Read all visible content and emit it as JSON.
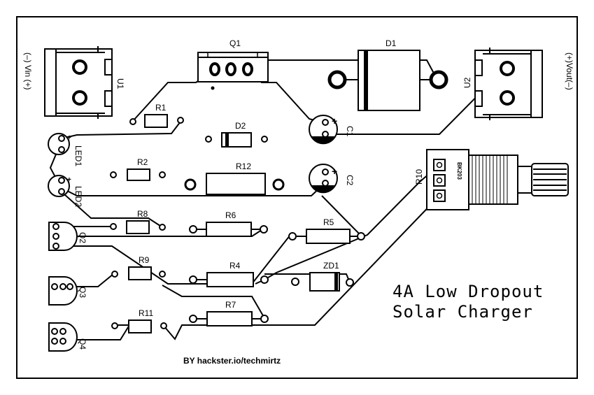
{
  "board": {
    "title_line1": "4A Low Dropout",
    "title_line2": "Solar Charger",
    "credit": "BY hackster.io/techmirtz"
  },
  "components": {
    "Q1": "Q1",
    "D1": "D1",
    "U1": "U1",
    "U2": "U2",
    "R1": "R1",
    "D2": "D2",
    "C1": "C1",
    "C2": "C2",
    "LED1": "LED1",
    "LED2": "LED2",
    "R2": "R2",
    "R12": "R12",
    "R10": "R10",
    "R8": "R8",
    "R6": "R6",
    "R5": "R5",
    "Q2": "Q2",
    "R9": "R9",
    "R4": "R4",
    "ZD1": "ZD1",
    "Q3": "Q3",
    "R11": "R11",
    "R7": "R7",
    "Q4": "Q4"
  },
  "connectors": {
    "vin": "(–) Vin (+)",
    "vout": "(+)Vout(–)"
  },
  "pot_marking": "BK203"
}
